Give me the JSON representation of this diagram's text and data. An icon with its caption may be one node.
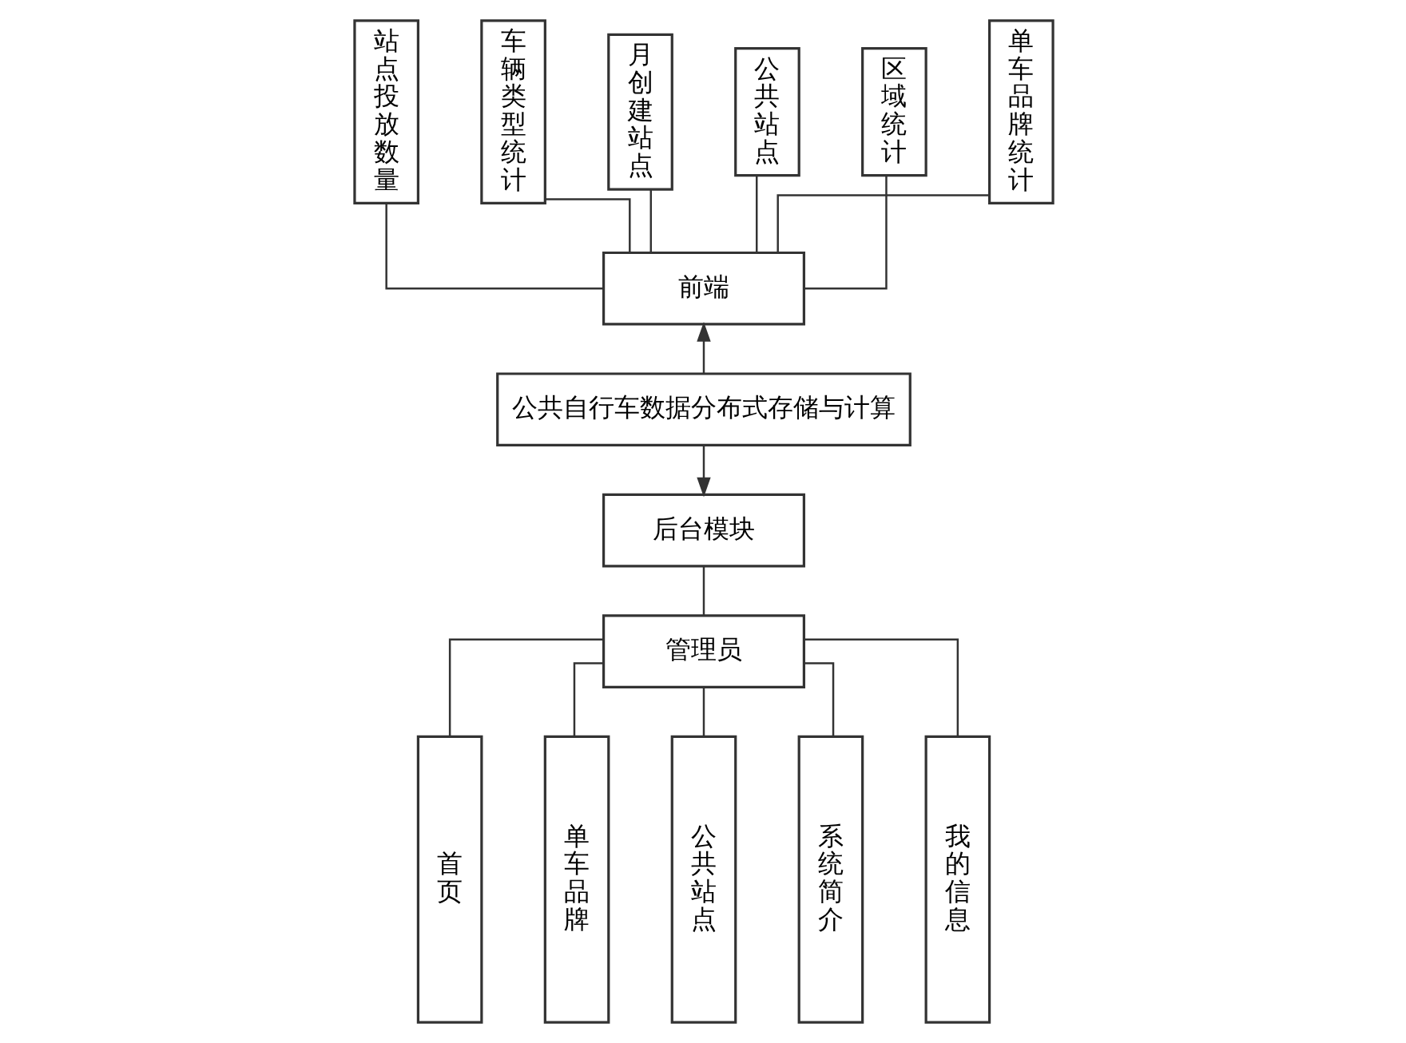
{
  "diagram": {
    "nodes": [
      {
        "text": [
          "站点投放数量"
        ]
      },
      {
        "text": [
          "车辆类型统计"
        ]
      },
      {
        "text": [
          "月创建站点"
        ]
      },
      {
        "text": [
          "公共站点"
        ]
      },
      {
        "text": [
          "区域统计"
        ]
      },
      {
        "text": [
          "单车品牌统计"
        ]
      },
      {
        "text": [
          "前端"
        ]
      },
      {
        "text": [
          "公共自行车数据分布式存储与计算"
        ]
      },
      {
        "text": [
          "后台模块"
        ]
      },
      {
        "text": [
          "管理员"
        ]
      },
      {
        "text": [
          "首页"
        ]
      },
      {
        "text": [
          "单车品牌"
        ]
      },
      {
        "text": [
          "公共站点"
        ]
      },
      {
        "text": [
          "系统简介"
        ]
      },
      {
        "text": [
          "我的信息"
        ]
      }
    ],
    "edges": [
      {
        "from": 0,
        "to": 6,
        "arrow": "none"
      },
      {
        "from": 1,
        "to": 6,
        "arrow": "none"
      },
      {
        "from": 2,
        "to": 6,
        "arrow": "none"
      },
      {
        "from": 3,
        "to": 6,
        "arrow": "none"
      },
      {
        "from": 4,
        "to": 6,
        "arrow": "none"
      },
      {
        "from": 5,
        "to": 6,
        "arrow": "none"
      },
      {
        "from": 7,
        "to": 6,
        "arrow": "to"
      },
      {
        "from": 7,
        "to": 8,
        "arrow": "to"
      },
      {
        "from": 8,
        "to": 9,
        "arrow": "none"
      },
      {
        "from": 9,
        "to": 10,
        "arrow": "none"
      },
      {
        "from": 9,
        "to": 11,
        "arrow": "none"
      },
      {
        "from": 9,
        "to": 12,
        "arrow": "none"
      },
      {
        "from": 9,
        "to": 13,
        "arrow": "none"
      },
      {
        "from": 9,
        "to": 14,
        "arrow": "none"
      }
    ]
  }
}
